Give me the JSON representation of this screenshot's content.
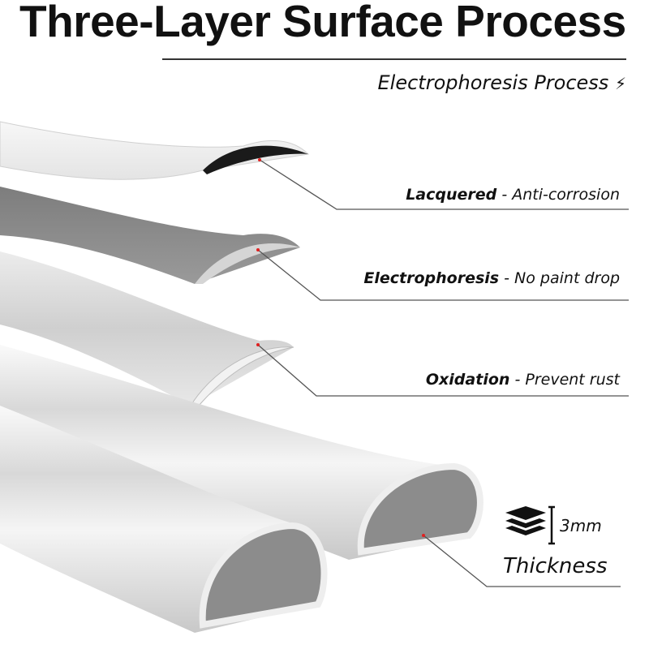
{
  "header": {
    "title": "Three-Layer Surface Process",
    "subtitle": "Electrophoresis Process",
    "subtitle_icon": "lightning-bolt-icon"
  },
  "layers": [
    {
      "name": "Lacquered",
      "desc": "- Anti-corrosion",
      "color": "#f2f2f2"
    },
    {
      "name": "Electrophoresis",
      "desc": "- No paint drop",
      "color": "#8a8a8a"
    },
    {
      "name": "Oxidation",
      "desc": "- Prevent rust",
      "color": "#dcdcdc"
    }
  ],
  "thickness": {
    "value": "3mm",
    "label": "Thickness",
    "icon": "layers-stack-icon"
  },
  "colors": {
    "accent_dot": "#e02020",
    "line": "#555555"
  }
}
